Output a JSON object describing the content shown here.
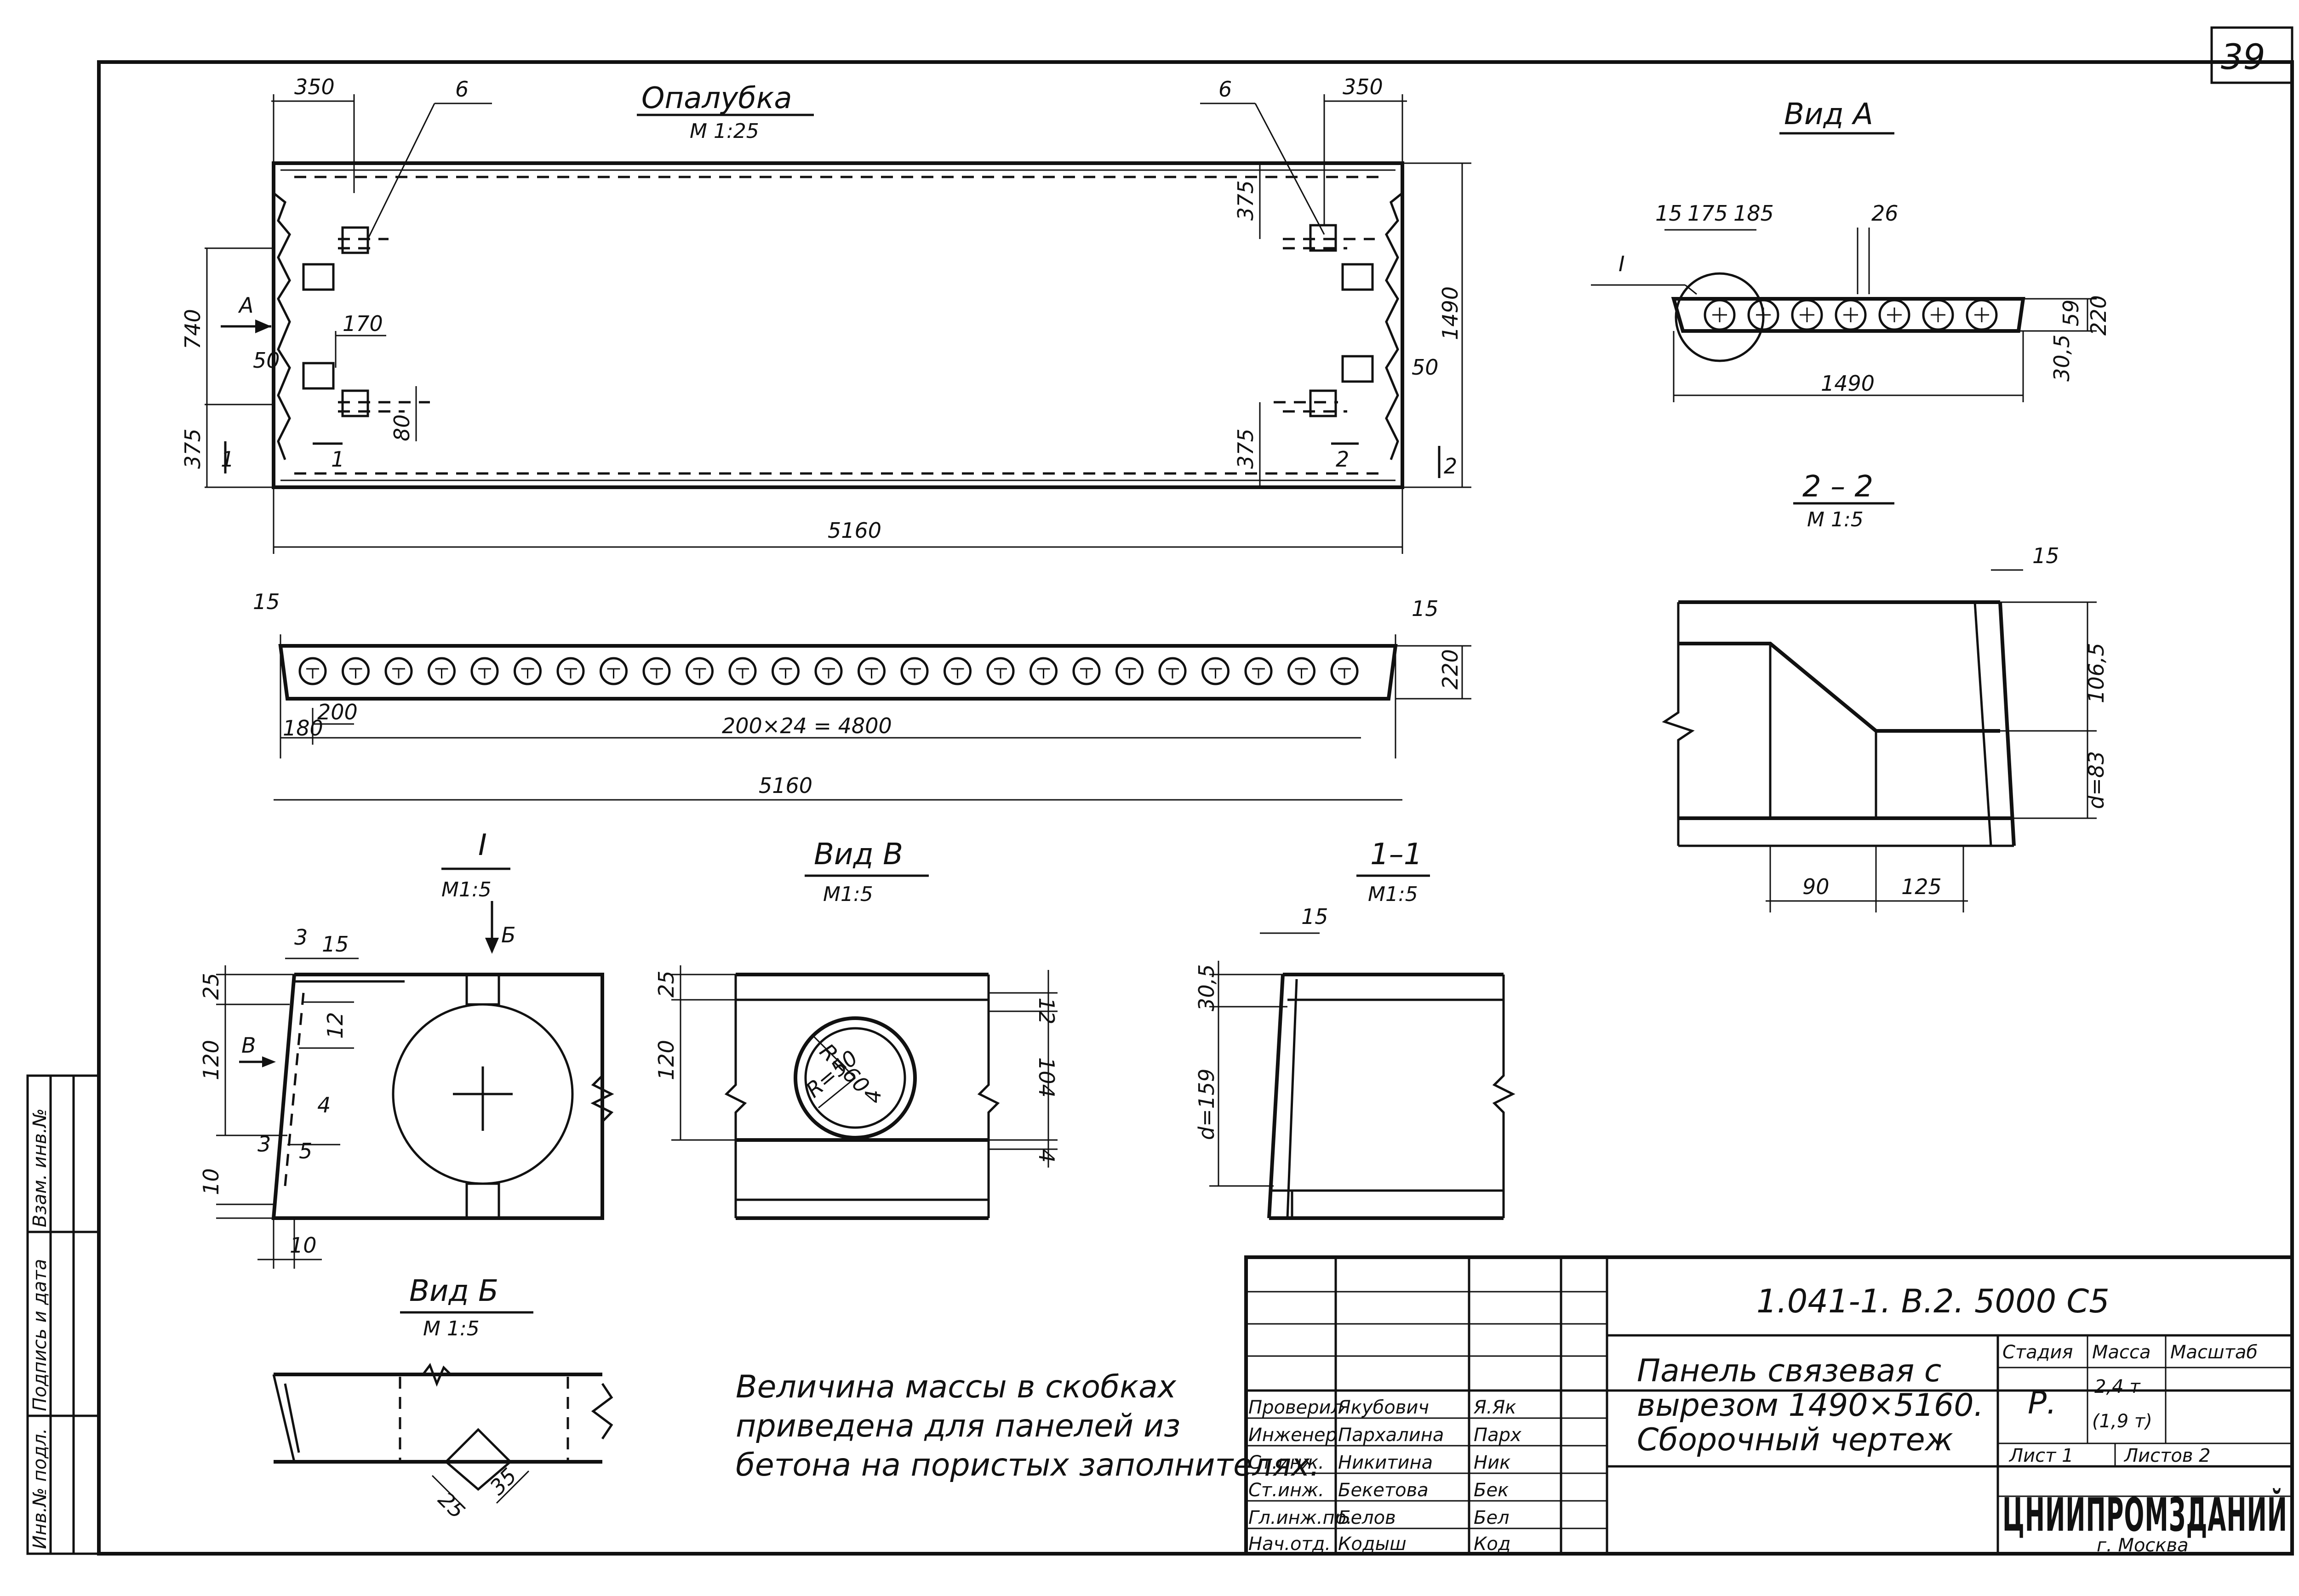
{
  "page": {
    "number": "39"
  },
  "views": {
    "formwork": {
      "title": "Опалубка",
      "scale": "М 1:25"
    },
    "view_a": {
      "title": "Вид А"
    },
    "section_22": {
      "title": "2 – 2",
      "scale": "М 1:5"
    },
    "node_1": {
      "title": "I",
      "scale": "М1:5"
    },
    "view_v": {
      "title": "Вид В",
      "scale": "М1:5"
    },
    "section_11": {
      "title": "1–1",
      "scale": "М1:5"
    },
    "view_b": {
      "title": "Вид Б",
      "scale": "М 1:5"
    }
  },
  "dims": {
    "d350": "350",
    "d6": "6",
    "d375": "375",
    "d740": "740",
    "d50": "50",
    "d170": "170",
    "d80": "80",
    "d1490": "1490",
    "d5160": "5160",
    "d15": "15",
    "d180": "180",
    "d200": "200",
    "d220": "220",
    "d_holes": "200×24 = 4800",
    "d175": "175",
    "d185": "185",
    "d26": "26",
    "d30_5": "30,5",
    "d59": "59",
    "d106_5": "106,5",
    "d_d83": "d=83",
    "d90": "90",
    "d125": "125",
    "d3": "3",
    "d25": "25",
    "d120": "120",
    "d12": "12",
    "d4": "4",
    "d5": "5",
    "d10": "10",
    "d_R60": "R=60",
    "d_R50": "R=50",
    "d104": "104",
    "d_d159": "d=159",
    "d35": "35"
  },
  "markers": {
    "a": "А",
    "b": "Б",
    "v": "В",
    "one": "1",
    "two": "2",
    "roman": "I"
  },
  "note": {
    "line1": "Величина массы в скобках",
    "line2": "приведена для панелей из",
    "line3": "бетона на пористых заполнителях."
  },
  "side_stamp": {
    "col1": "Инв.№ подл.",
    "col2": "Подпись и дата",
    "col3": "Взам. инв.№"
  },
  "title_block": {
    "code": "1.041-1. В.2.  5000 С5",
    "name1": "Панель связевая с",
    "name2": "вырезом 1490×5160.",
    "name3": "Сборочный чертеж",
    "stage_label": "Стадия",
    "mass_label": "Масса",
    "scale_label": "Масштаб",
    "stage": "Р.",
    "mass": "2,4 т",
    "mass_alt": "(1,9 т)",
    "sheet": "Лист 1",
    "sheets": "Листов 2",
    "org": "ЦНИИПРОМЗДАНИЙ",
    "city": "г. Москва",
    "people": [
      {
        "role": "Проверил",
        "name": "Якубович",
        "sig": "Я.Як"
      },
      {
        "role": "Инженер",
        "name": "Пархалина",
        "sig": "Парх"
      },
      {
        "role": "Ст.инж.",
        "name": "Никитина",
        "sig": "Ник"
      },
      {
        "role": "Ст.инж.",
        "name": "Бекетова",
        "sig": "Бек"
      },
      {
        "role": "Гл.инж.пр.",
        "name": "Белов",
        "sig": "Бел"
      },
      {
        "role": "Нач.отд.",
        "name": "Кодыш",
        "sig": "Код"
      }
    ]
  }
}
